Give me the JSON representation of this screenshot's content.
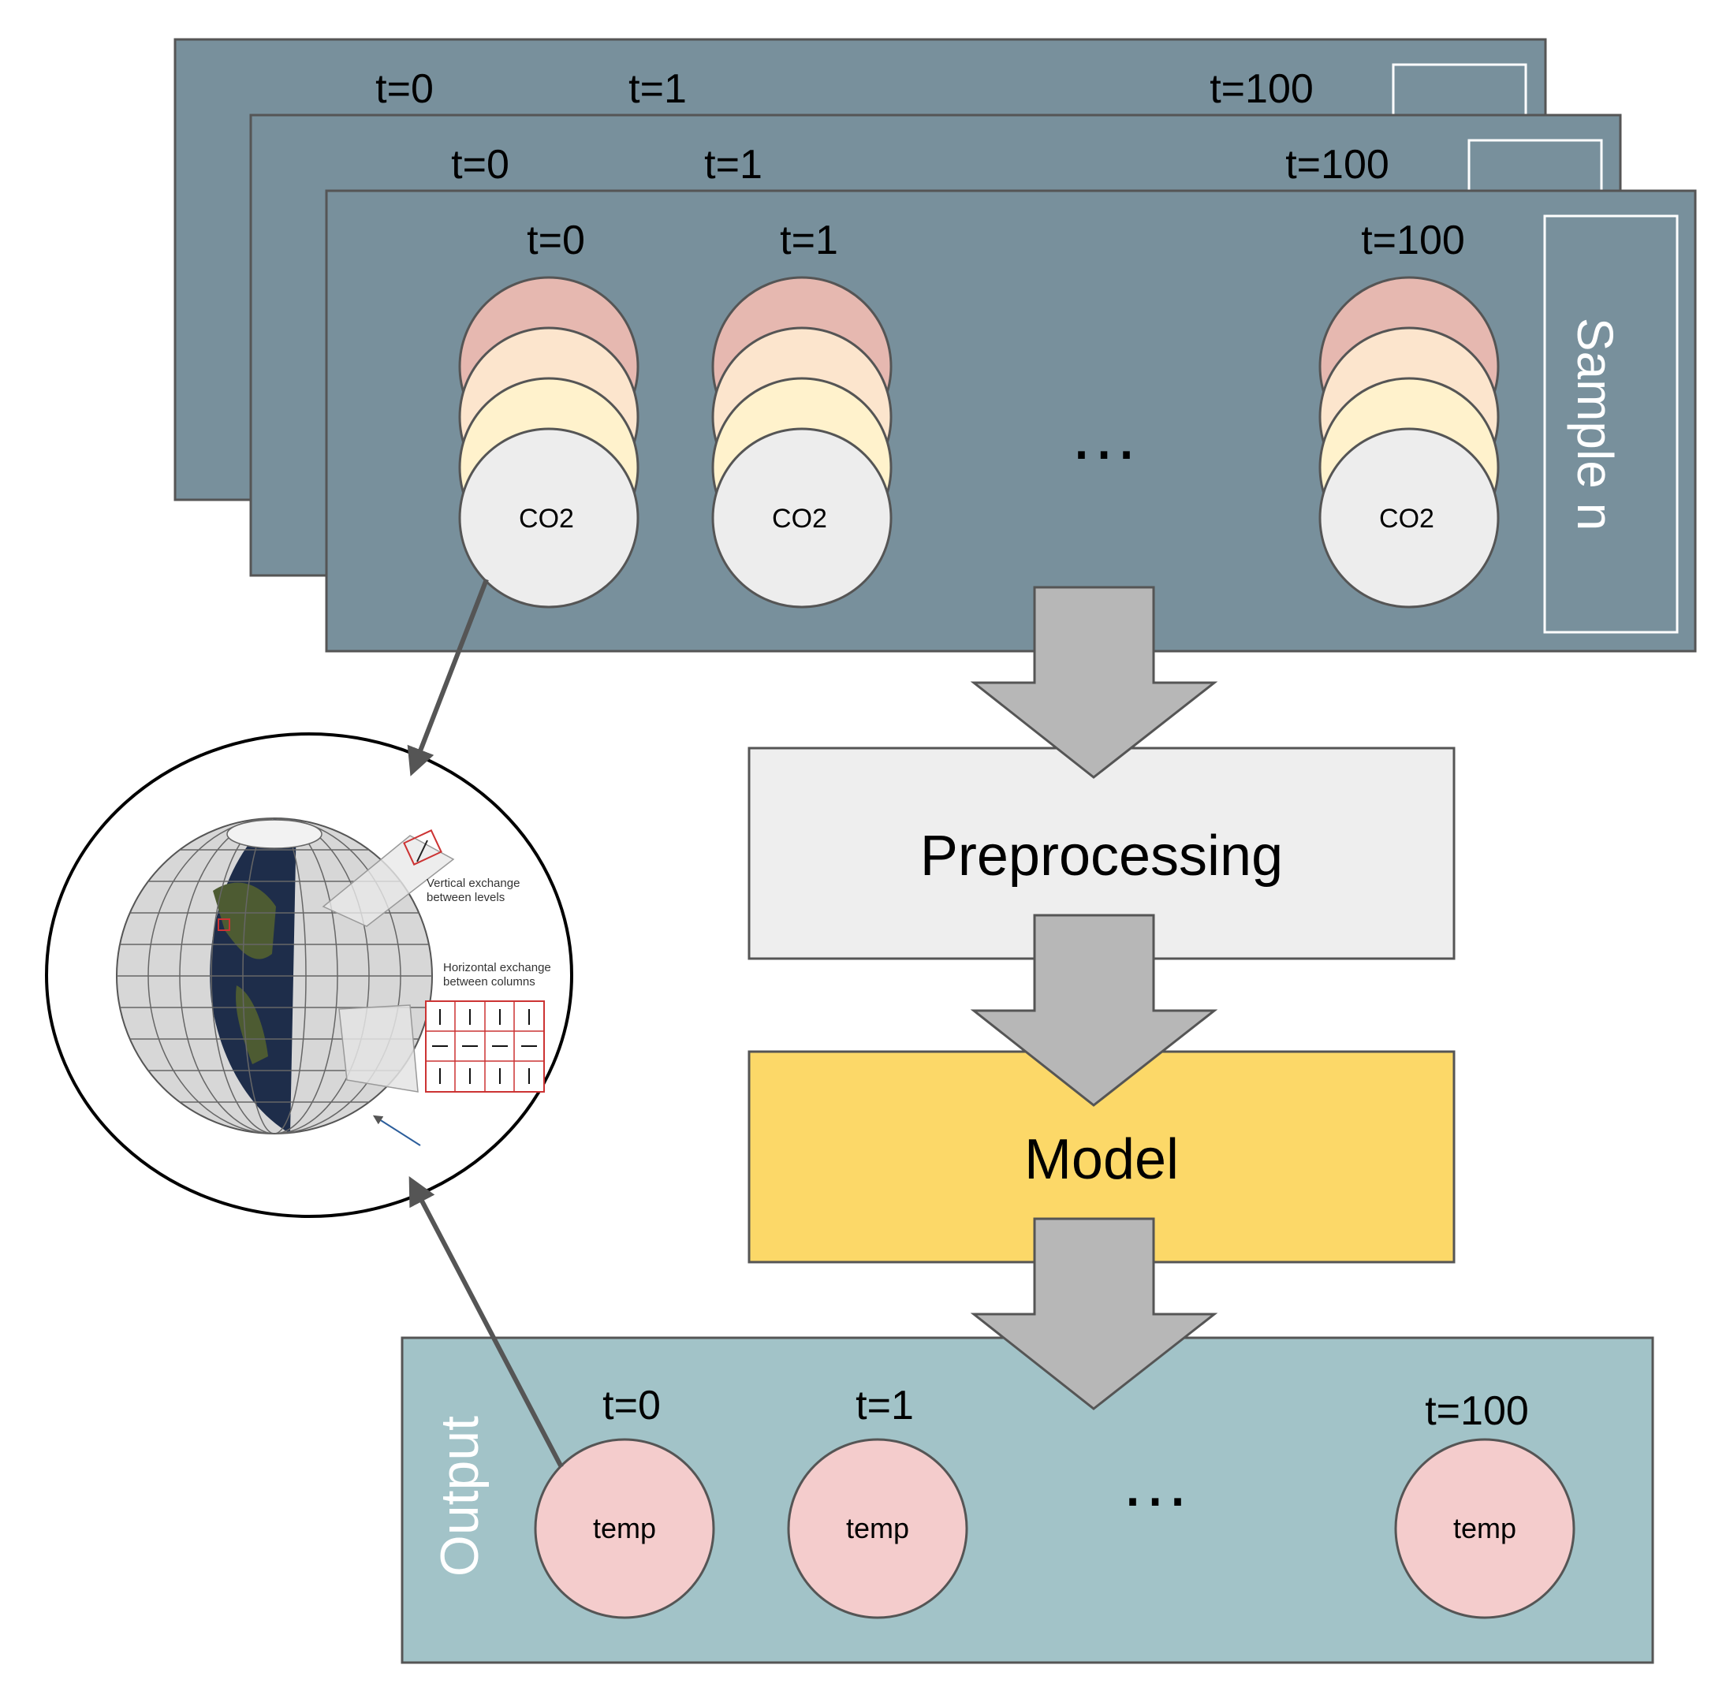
{
  "samples": {
    "time_labels": [
      "t=0",
      "t=1",
      "t=100"
    ],
    "node_label": "CO2",
    "ellipsis": "…",
    "side_label": "Sample n"
  },
  "pipeline": {
    "preprocessing": "Preprocessing",
    "model": "Model"
  },
  "output": {
    "side_label": "Output",
    "time_labels": [
      "t=0",
      "t=1",
      "t=100"
    ],
    "node_label": "temp",
    "ellipsis": "…"
  },
  "globe": {
    "vertical_caption": [
      "Vertical exchange",
      "between levels"
    ],
    "horizontal_caption": [
      "Horizontal exchange",
      "between columns"
    ]
  },
  "colors": {
    "sample_panel": "#78909c",
    "output_panel": "#a2c3c8",
    "preprocessing_box": "#eeeeee",
    "model_box": "#fcd868",
    "arrow_fill": "#b7b7b7",
    "co2_node": "#ededed",
    "layer_1": "#e6b8b0",
    "layer_2": "#fce5cd",
    "layer_3": "#fff2cc",
    "temp_node": "#f4cccc"
  },
  "icons": [
    "globe-grid-icon"
  ]
}
